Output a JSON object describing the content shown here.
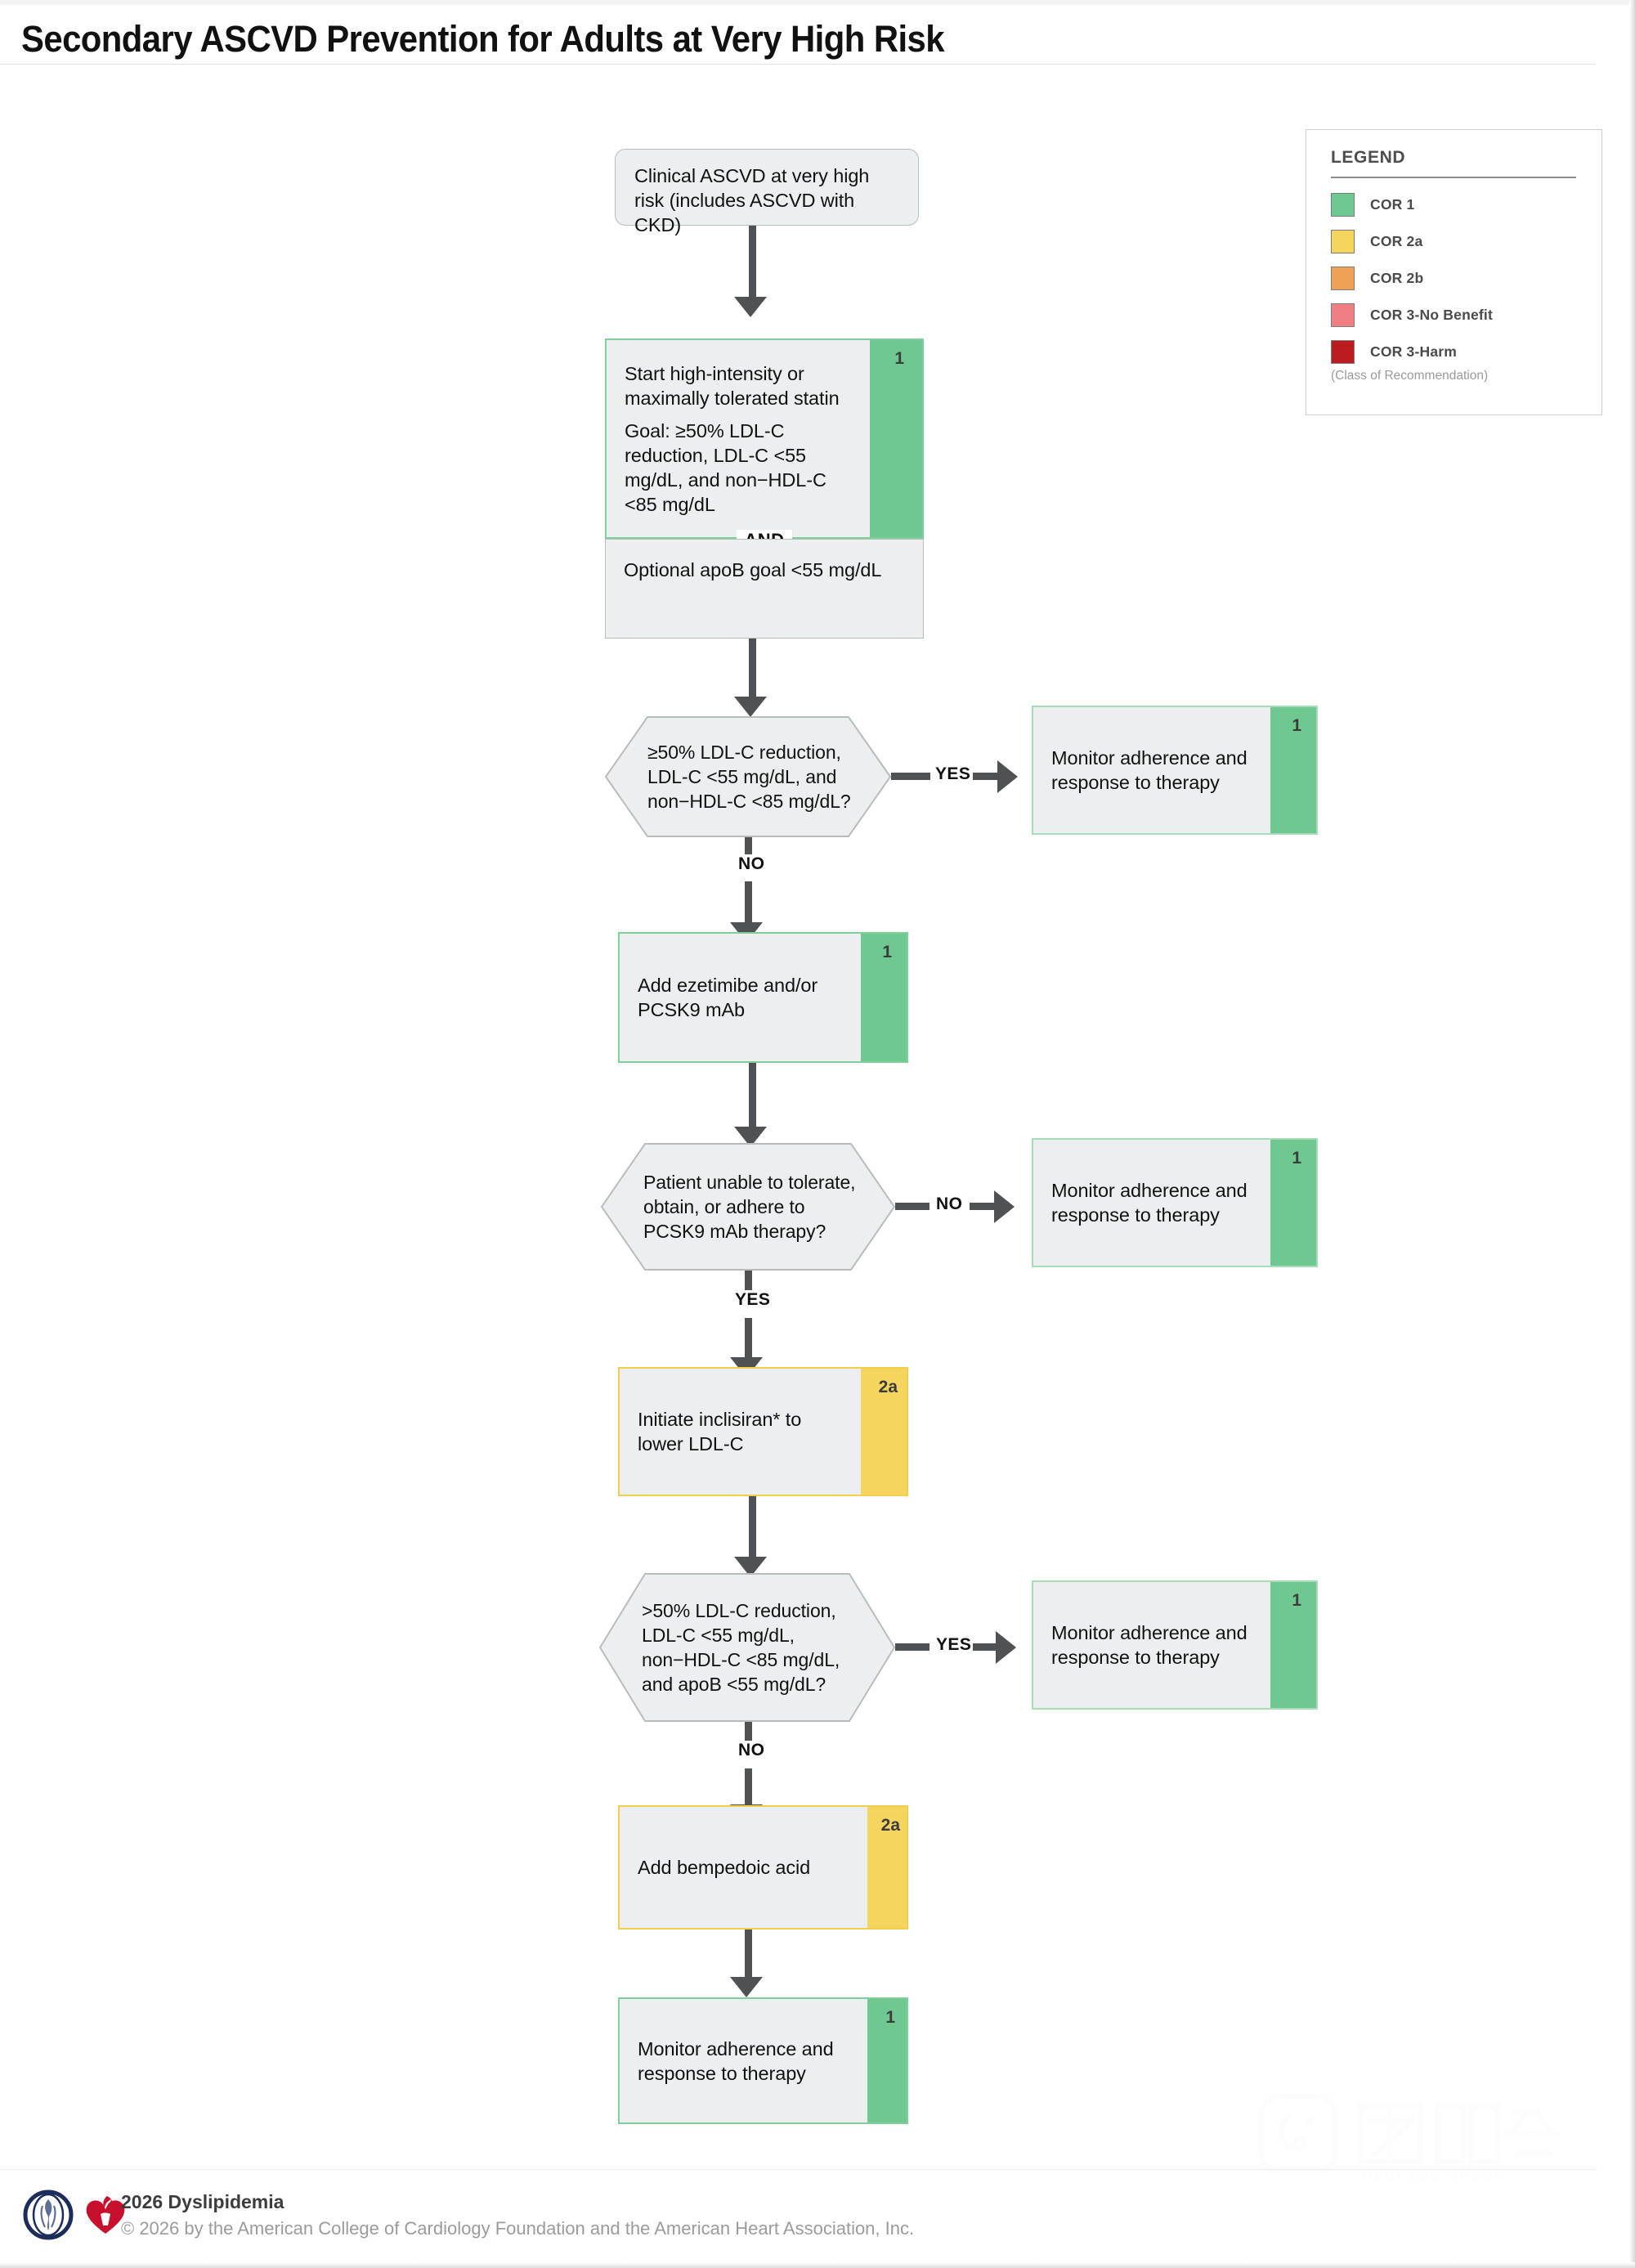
{
  "page": {
    "title": "Secondary ASCVD Prevention for Adults at Very High Risk"
  },
  "legend": {
    "heading": "LEGEND",
    "note": "(Class of Recommendation)",
    "items": [
      {
        "label": "COR 1",
        "color": "#6ec88f"
      },
      {
        "label": "COR 2a",
        "color": "#f5d55e"
      },
      {
        "label": "COR 2b",
        "color": "#f0a055"
      },
      {
        "label": "COR 3-No Benefit",
        "color": "#f07e82"
      },
      {
        "label": "COR 3-Harm",
        "color": "#bb1a1f"
      }
    ]
  },
  "flow": {
    "start": {
      "text": "Clinical ASCVD at very high risk (includes ASCVD with CKD)"
    },
    "statin": {
      "line1": "Start high-intensity or maximally tolerated statin",
      "line2": "Goal: ≥50% LDL-C reduction, LDL-C <55 mg/dL, and non−HDL-C <85 mg/dL",
      "cor": "1",
      "divider": "AND"
    },
    "apob": {
      "text": "Optional apoB goal <55 mg/dL"
    },
    "decision1": {
      "text": "≥50% LDL-C reduction, LDL-C <55 mg/dL, and non−HDL-C <85 mg/dL?",
      "yes": "YES",
      "no": "NO"
    },
    "monitor1": {
      "text": "Monitor adherence and response to therapy",
      "cor": "1"
    },
    "ezetimibe": {
      "text": "Add ezetimibe and/or PCSK9 mAb",
      "cor": "1"
    },
    "decision2": {
      "text": "Patient unable to tolerate, obtain, or adhere to PCSK9 mAb therapy?",
      "no": "NO",
      "yes": "YES"
    },
    "monitor2": {
      "text": "Monitor adherence and response to therapy",
      "cor": "1"
    },
    "inclisiran": {
      "text": "Initiate inclisiran* to lower LDL-C",
      "cor": "2a"
    },
    "decision3": {
      "text": ">50% LDL-C reduction, LDL-C <55 mg/dL, non−HDL-C <85 mg/dL, and apoB <55 mg/dL?",
      "yes": "YES",
      "no": "NO"
    },
    "monitor3": {
      "text": "Monitor adherence and response to therapy",
      "cor": "1"
    },
    "bempedoic": {
      "text": "Add bempedoic acid",
      "cor": "2a"
    },
    "monitor4": {
      "text": "Monitor adherence and response to therapy",
      "cor": "1"
    }
  },
  "footer": {
    "title": "2026 Dyslipidemia",
    "copyright": "© 2026 by the American College of Cardiology Foundation and the American Heart Association, Inc."
  },
  "colors": {
    "cor1": "#6ec88f",
    "cor1_border": "#7fce9b",
    "cor2a": "#f5d55e",
    "cor2a_border": "#f2ce4e",
    "arrow": "#4f5254",
    "panel": "#eceff0",
    "panel_border": "#b9bcbd"
  }
}
